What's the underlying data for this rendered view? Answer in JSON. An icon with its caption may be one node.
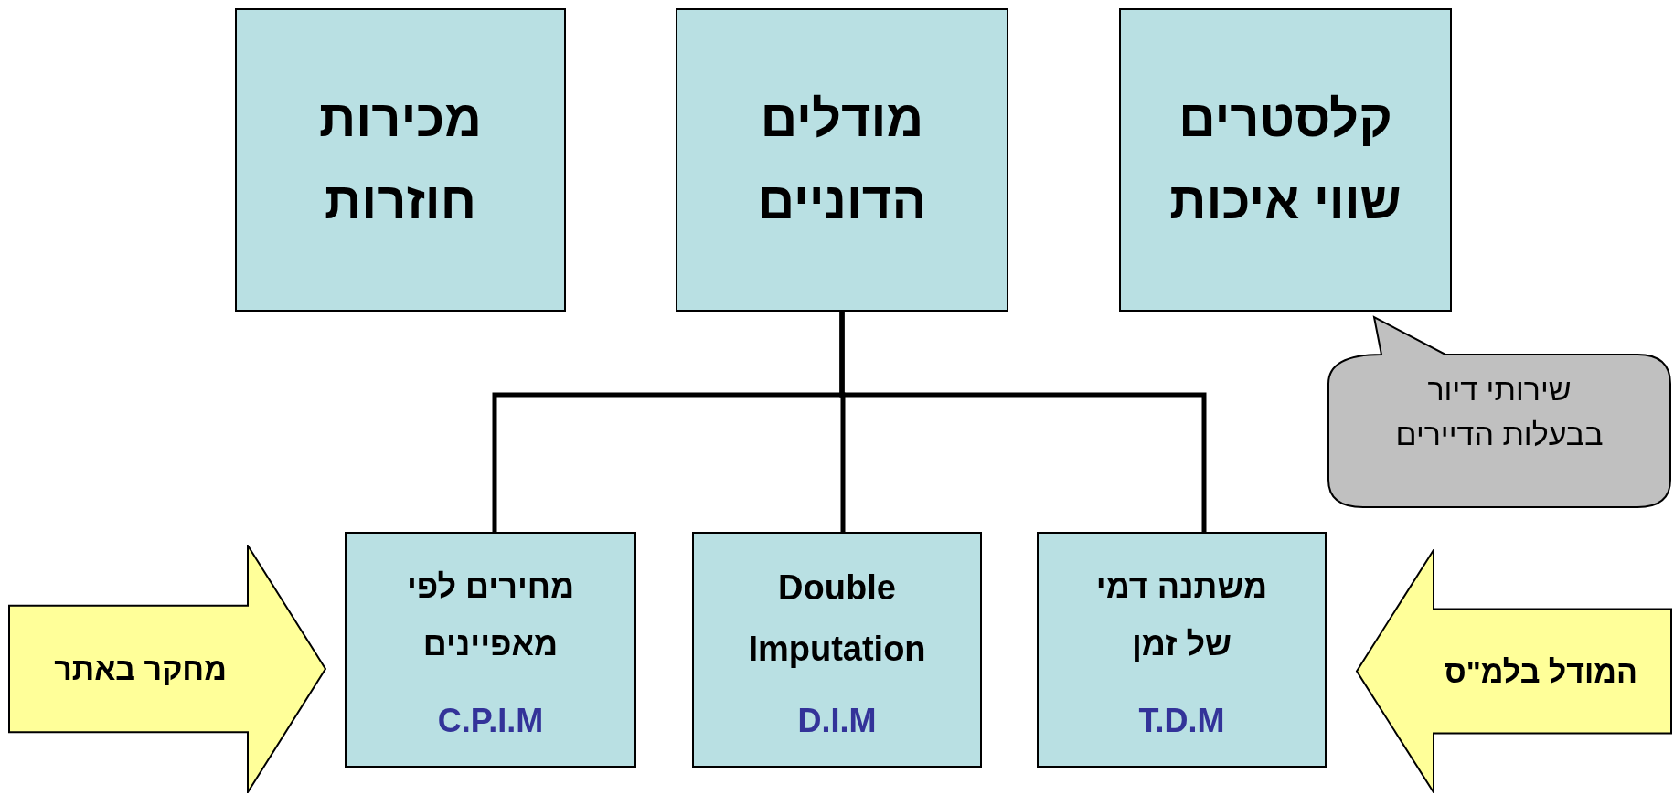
{
  "diagram": {
    "nodes": [
      {
        "text": [
          "מכירות חוזרות"
        ]
      },
      {
        "text": [
          "מודלים הדוניים"
        ]
      },
      {
        "text": [
          "קלסטרים שווי איכות"
        ]
      },
      {
        "text": [
          "שירותי דיור בבעלות הדיירים"
        ]
      },
      {
        "text": [
          "מחקר באתר"
        ]
      },
      {
        "text": [
          "מחירים לפי מאפיינים",
          "C.P.I.M"
        ]
      },
      {
        "text": [
          "Double Imputation",
          "D.I.M"
        ]
      },
      {
        "text": [
          "משתנה דמי של זמן",
          "T.D.M"
        ]
      },
      {
        "text": [
          "המודל בלמ\"ס"
        ]
      }
    ],
    "edges": [
      {
        "from": 1,
        "to": 5,
        "arrow": "none"
      },
      {
        "from": 1,
        "to": 6,
        "arrow": "none"
      },
      {
        "from": 1,
        "to": 7,
        "arrow": "none"
      }
    ]
  }
}
